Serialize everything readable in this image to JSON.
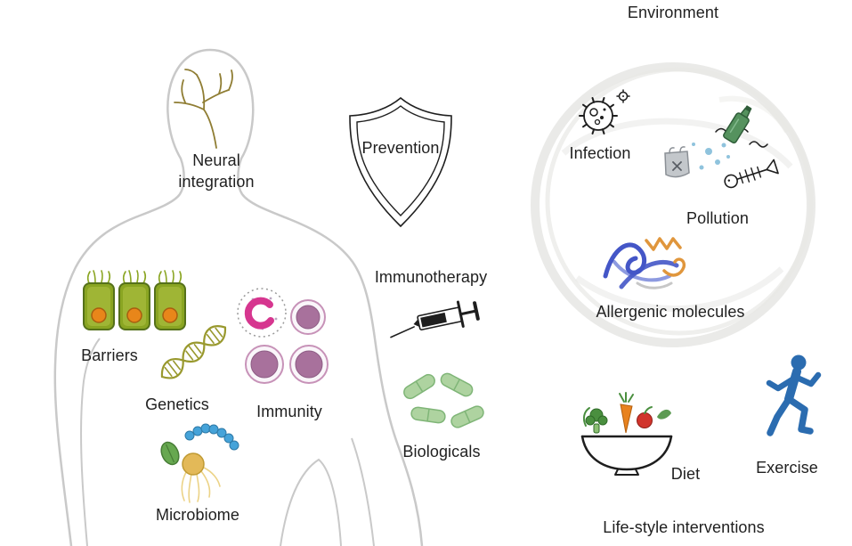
{
  "labels": {
    "environment": "Environment",
    "neural_line1": "Neural",
    "neural_line2": "integration",
    "prevention": "Prevention",
    "immunotherapy": "Immunotherapy",
    "barriers": "Barriers",
    "genetics": "Genetics",
    "immunity": "Immunity",
    "biologicals": "Biologicals",
    "microbiome": "Microbiome",
    "infection": "Infection",
    "pollution": "Pollution",
    "allergenic_molecules": "Allergenic molecules",
    "diet": "Diet",
    "exercise": "Exercise",
    "lifestyle_interventions": "Life-style interventions"
  },
  "icons": {
    "body": "human-body-outline",
    "neural": "neuron-branches-icon",
    "shield": "prevention-shield-icon",
    "syringe": "syringe-icon",
    "capsules": "pill-capsules-icon",
    "barrier_cells": "epithelial-cells-icon",
    "dna": "dna-helix-icon",
    "immune_cells": "immune-cells-icon",
    "microbes": "microbiome-microbes-icon",
    "globe": "sketched-globe-icon",
    "microbe": "virus-microbe-icon",
    "marine_litter": "bottle-bag-fish-skeleton-icon",
    "protein": "protein-ribbon-icon",
    "food_bowl": "vegetable-bowl-icon",
    "runner": "running-figure-icon"
  },
  "colors": {
    "label_text": "#1f1f1f",
    "body_outline": "#c9c9c9",
    "globe_sketch": "#e8e8e5",
    "ink": "#1e1e1e",
    "neural_olive": "#8f7d33",
    "barrier_green": "#8aa522",
    "barrier_light": "#b7ca4e",
    "barrier_dark": "#55711a",
    "nucleus_orange": "#e8861a",
    "nucleus_edge": "#a85e0f",
    "dna_olive": "#99992e",
    "cell_purple": "#a8719c",
    "cell_rim": "#c792b8",
    "cell_inner_edge": "#8d5c84",
    "magenta": "#d6368f",
    "dot_gray": "#9a9a9a",
    "speckle": "#b9a6c0",
    "bean_green": "#67a850",
    "bean_edge": "#477d36",
    "cocci_blue": "#45a3d9",
    "cocci_edge": "#2e79a6",
    "yeast_tan": "#e3b958",
    "yeast_edge": "#c09a33",
    "flagella_yellow": "#ecd387",
    "capsule_green": "#aed3a0",
    "capsule_edge": "#7fb577",
    "exercise_blue": "#2b6cb0",
    "bottle_green": "#55925e",
    "bottle_edge": "#2f5d39",
    "bag_gray": "#c3c7cb",
    "bag_edge": "#8b9096",
    "bag_x": "#5a5f66",
    "water_blue": "#8fc3dd",
    "protein_blue": "#4456c7",
    "protein_blue_light": "#8d9ae0",
    "protein_orange": "#e0963c",
    "veg_green": "#4a8f3f",
    "veg_green_dark": "#2f6b28",
    "stem_green": "#8bbf72",
    "veg_orange": "#e8821e",
    "carrot_edge": "#b35f0e",
    "veg_red": "#d1342c",
    "tomato_edge": "#8f1f18"
  }
}
